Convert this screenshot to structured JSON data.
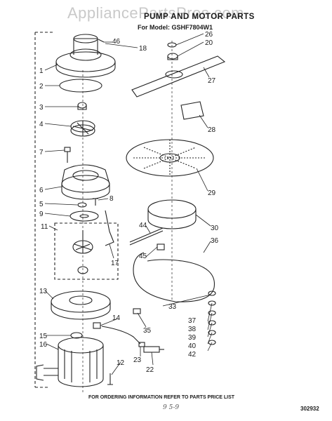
{
  "watermark": "AppliancePartsPros.com",
  "title": "PUMP AND MOTOR PARTS",
  "model": "For Model: GSHF7804W1",
  "footer_note": "FOR ORDERING INFORMATION REFER TO PARTS PRICE LIST",
  "ref_number": "302932",
  "handwritten": "9  5-9",
  "callouts": {
    "c1": "1",
    "c2": "2",
    "c3": "3",
    "c4": "4",
    "c5": "5",
    "c6": "6",
    "c7": "7",
    "c8": "8",
    "c9": "9",
    "c11": "11",
    "c12": "12",
    "c13": "13",
    "c14": "14",
    "c15": "15",
    "c16": "16",
    "c17": "17",
    "c18": "18",
    "c20": "20",
    "c22": "22",
    "c23": "23",
    "c26": "26",
    "c27": "27",
    "c28": "28",
    "c29": "29",
    "c30": "30",
    "c33": "33",
    "c35": "35",
    "c36": "36",
    "c37": "37",
    "c38": "38",
    "c39": "39",
    "c40": "40",
    "c42": "42",
    "c44": "44",
    "c45": "45",
    "c46": "46"
  }
}
